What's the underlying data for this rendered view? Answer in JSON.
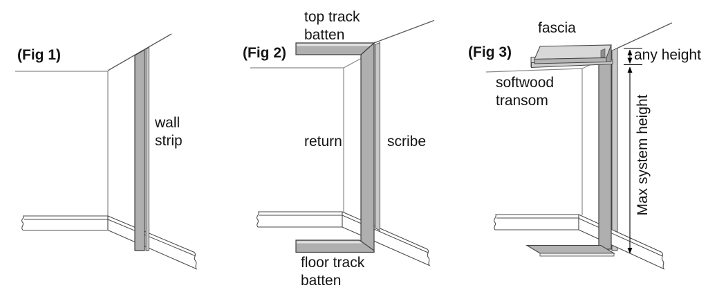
{
  "colors": {
    "background": "#ffffff",
    "strip_gray": "#afafaf",
    "strip_edge_light": "#c9c9c9",
    "fascia_top": "#d8d8d8",
    "outline": "#3f3f3f",
    "wall_line": "#8a8a8a",
    "arrow": "#000000",
    "text": "#141414"
  },
  "fig1": {
    "title": "(Fig 1)",
    "wall_strip": [
      "wall",
      "strip"
    ]
  },
  "fig2": {
    "title": "(Fig 2)",
    "top_track_batten": [
      "top track",
      "batten"
    ],
    "return_label": "return",
    "scribe_label": "scribe",
    "floor_track_batten": [
      "floor track",
      "batten"
    ]
  },
  "fig3": {
    "title": "(Fig 3)",
    "fascia": "fascia",
    "softwood_transom": [
      "softwood",
      "transom"
    ],
    "any_height": "any height",
    "max_system_height": "Max system height"
  }
}
